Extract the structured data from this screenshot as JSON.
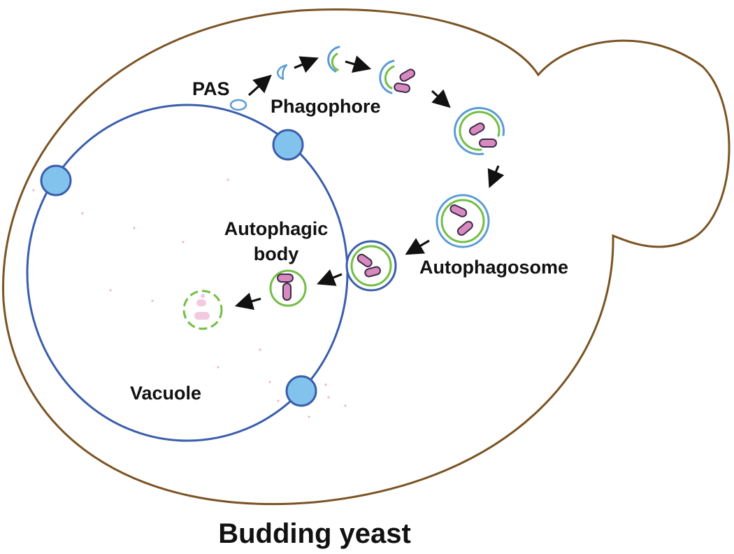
{
  "labels": {
    "pas": "PAS",
    "phagophore": "Phagophore",
    "autophagosome": "Autophagosome",
    "autophagic_body_line1": "Autophagic",
    "autophagic_body_line2": "body",
    "vacuole": "Vacuole",
    "title": "Budding yeast"
  },
  "colors": {
    "cell_wall": "#7a5424",
    "vacuole_membrane": "#3b5eaa",
    "outer_membrane": "#5b9bd5",
    "inner_membrane": "#72be44",
    "cargo_fill": "#d889be",
    "cargo_stroke": "#3b2a4a",
    "cargo_degraded": "#f2c9e0",
    "vesicle_fill": "#82c3ee",
    "arrow": "#111111",
    "debris": "#f0b7c8"
  }
}
